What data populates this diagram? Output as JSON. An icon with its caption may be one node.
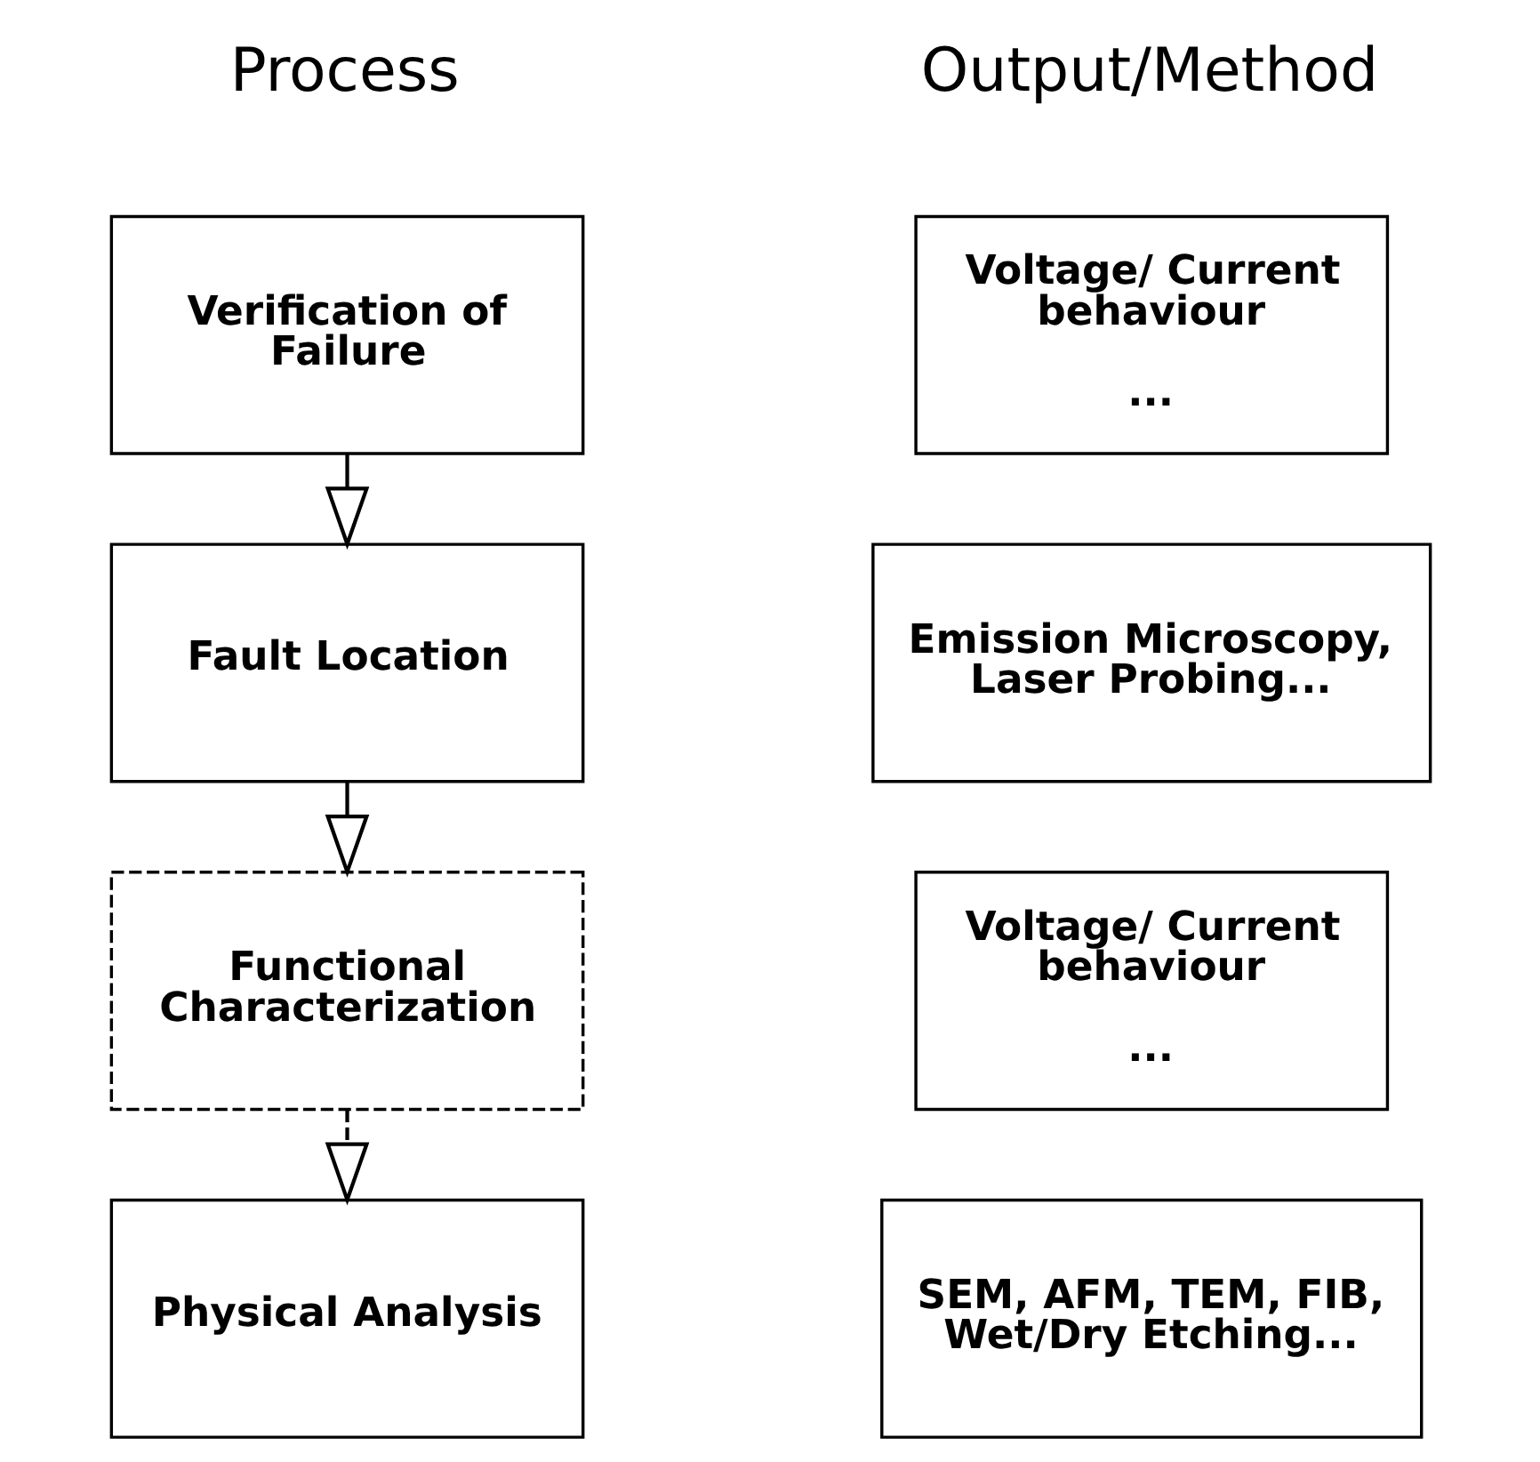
{
  "diagram": {
    "nodes": [
      {
        "text": [
          "Verification of Failure"
        ]
      },
      {
        "text": [
          "Fault Location"
        ]
      },
      {
        "text": [
          "Functional Characterization"
        ]
      },
      {
        "text": [
          "Physical Analysis"
        ]
      },
      {
        "text": [
          "Voltage/ Current behaviour",
          "..."
        ]
      },
      {
        "text": [
          "Emission Microscopy, Laser Probing..."
        ]
      },
      {
        "text": [
          "Voltage/ Current behaviour",
          "..."
        ]
      },
      {
        "text": [
          "SEM, AFM, TEM, FIB, Wet/Dry Etching..."
        ]
      }
    ],
    "edges": [
      {
        "from": 0,
        "to": 1,
        "arrow": "to"
      },
      {
        "from": 1,
        "to": 2,
        "arrow": "to"
      },
      {
        "from": 2,
        "to": 3,
        "arrow": "to",
        "style": "dashed"
      }
    ],
    "labels": [
      "Process",
      "Output/Method"
    ]
  }
}
